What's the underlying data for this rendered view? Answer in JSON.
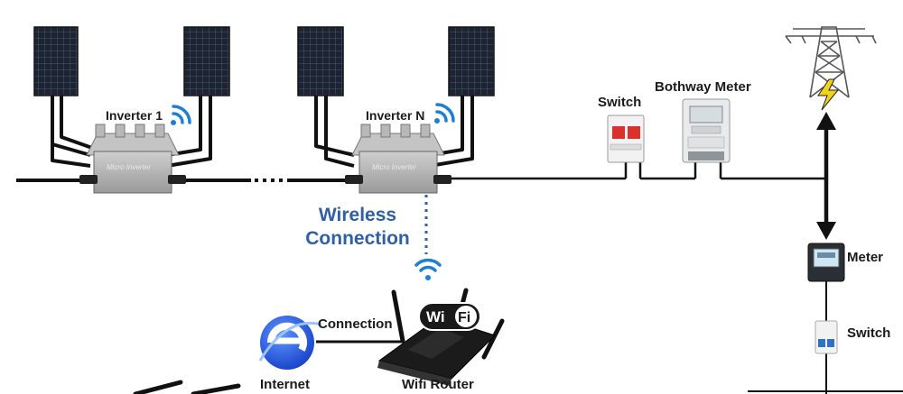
{
  "labels": {
    "inverter_1": "Inverter 1",
    "inverter_n": "Inverter N",
    "micro_inverter_1": "Micro Inverter",
    "micro_inverter_n": "Micro Inverter",
    "switch_top": "Switch",
    "bothway_meter": "Bothway Meter",
    "meter": "Meter",
    "switch_right": "Switch",
    "wireless_line1": "Wireless",
    "wireless_line2": "Connection",
    "connection": "Connection",
    "internet": "Internet",
    "wifi_router": "Wifi Router",
    "wifi_badge": "WiFi"
  },
  "colors": {
    "wire": "#111111",
    "panel": "#1c2433",
    "inverter_body": "#b3b3b3",
    "accent_blue": "#2f5fa5",
    "wifi_blue": "#1f7fd6",
    "breaker_red": "#d9312b",
    "lightning_yellow": "#f4d21c"
  },
  "icons": [
    "wifi-icon",
    "internet-e-icon",
    "lightning-icon",
    "transmission-tower-icon",
    "arrow-up-icon",
    "arrow-down-icon"
  ]
}
